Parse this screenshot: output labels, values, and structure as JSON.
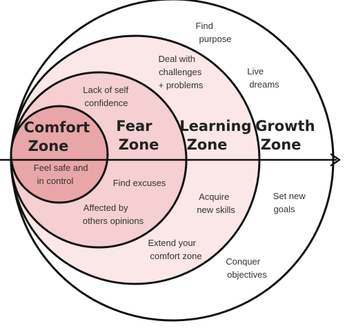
{
  "colors": {
    "outline": "#111111",
    "comfort_fill": "#e8a6a8",
    "fear_fill": "#f5cfd1",
    "learning_fill": "#fbe7e7",
    "growth_fill": "#ffffff"
  },
  "zones": {
    "comfort": {
      "title_line1": "Comfort",
      "title_line2": "Zone",
      "notes": [
        "Feel safe and",
        "in control"
      ]
    },
    "fear": {
      "title_line1": "Fear",
      "title_line2": "Zone",
      "note_confidence": [
        "Lack of self",
        "confidence"
      ],
      "note_excuses": [
        "Find excuses"
      ],
      "note_opinions": [
        "Affected  by",
        "others opinions"
      ]
    },
    "learning": {
      "title_line1": "Learning",
      "title_line2": "Zone",
      "note_challenges": [
        "Deal with",
        "challenges",
        "+ problems"
      ],
      "note_skills": [
        "Acquire",
        "new skills"
      ],
      "note_extend": [
        "Extend your",
        "comfort zone"
      ]
    },
    "growth": {
      "title_line1": "Growth",
      "title_line2": "Zone",
      "note_purpose": [
        "Find",
        "purpose"
      ],
      "note_dreams": [
        "Live",
        "dreams"
      ],
      "note_goals": [
        "Set new",
        "goals"
      ],
      "note_objectives": [
        "Conquer",
        "objectives"
      ]
    }
  }
}
